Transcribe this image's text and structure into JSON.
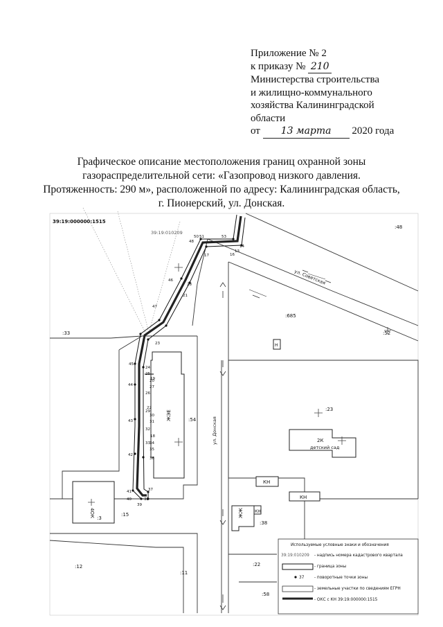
{
  "header": {
    "line1": "Приложение № 2",
    "line2_prefix": "к приказу №",
    "order_number": "210",
    "line3": "Министерства строительства",
    "line4": "и жилищно-коммунального",
    "line5": "хозяйства Калининградской",
    "line6": "области",
    "date_prefix": "от",
    "date_handwritten": "13 марта",
    "date_suffix": "2020 года"
  },
  "title": {
    "line1": "Графическое описание местоположения границ охранной зоны",
    "line2": "газораспределительной сети: «Газопровод низкого давления.",
    "line3": "Протяженность: 290 м», расположенной по адресу: Калининградская область,",
    "line4": "г. Пионерский, ул. Донская."
  },
  "map": {
    "oks_label": "39:19:000000:1515",
    "quarter_label": "39:19:010209",
    "street_sovetskaya": "ул. Советская",
    "street_donskaya": "ул. Донская",
    "parcels": [
      ":48",
      ":33",
      ":685",
      ":52",
      ":54",
      ":23",
      ":15",
      ":38",
      ":12",
      ":11",
      ":22",
      ":58",
      ":3"
    ],
    "buildings": {
      "zhe": "ЖЭЕ",
      "kn1": "КН",
      "kn2": "КН",
      "kn3": "КН",
      "zh": "ЖЖ",
      "n": "Н",
      "kindergarten_code": "2К",
      "kindergarten_name": "детский сад",
      "nok": "4ОК"
    },
    "points": [
      "53",
      "50",
      "51",
      "48",
      "17",
      "16",
      "13",
      "14",
      "46",
      "28",
      "21",
      "47",
      "45",
      "44",
      "43",
      "42",
      "41",
      "40",
      "39",
      "38",
      "37",
      "36",
      "35",
      "34",
      "33",
      "32",
      "31",
      "30",
      "29",
      "27",
      "26",
      "25",
      "24",
      "23",
      "22",
      "20",
      "19",
      "18"
    ]
  },
  "legend": {
    "title": "Используемые условные знаки и обозначения",
    "quarter_text": "- надпись номера кадастрового квартала",
    "zone_text": "- граница зоны",
    "points_sample": "37",
    "points_text": "- поворотные точки зоны",
    "parcels_text": "- земельные участки по сведениям ЕГРН",
    "oks_text": "- ОКС с КН 39:19:000000:1515"
  },
  "colors": {
    "ink": "#111111",
    "map_lines": "#333333",
    "zone": "#222222"
  }
}
